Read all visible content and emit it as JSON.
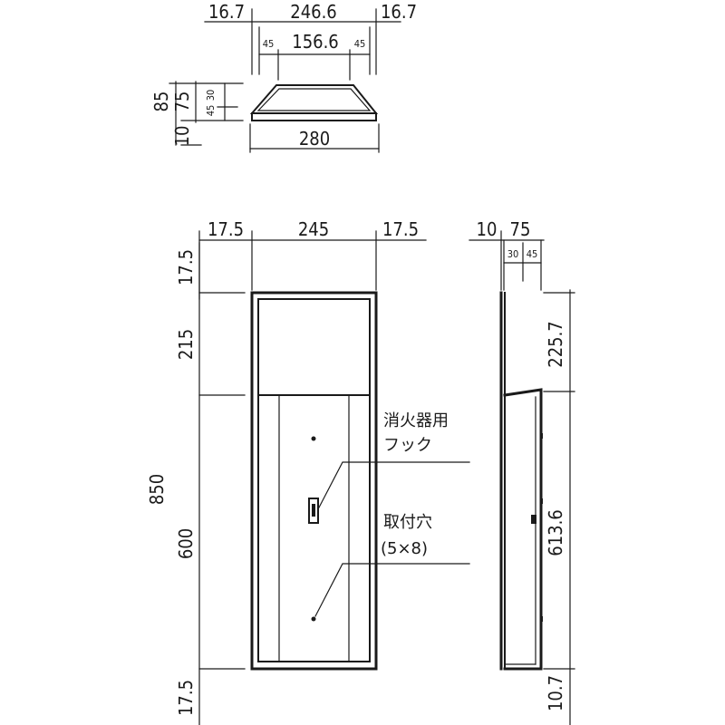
{
  "top_view": {
    "dims_top": [
      "16.7",
      "246.6",
      "16.7"
    ],
    "dims_inner": [
      "45",
      "156.6",
      "45"
    ],
    "dim_bottom": "280",
    "dims_left": [
      "85",
      "75",
      "30",
      "45",
      "10"
    ]
  },
  "front_view": {
    "dims_top": [
      "17.5",
      "245",
      "17.5"
    ],
    "dims_left_outer": [
      "17.5",
      "850",
      "17.5"
    ],
    "dims_left_inner": [
      "215",
      "600"
    ]
  },
  "side_view": {
    "dims_top": [
      "10",
      "75"
    ],
    "dims_inner": [
      "30",
      "45"
    ],
    "dims_right": [
      "225.7",
      "613.6",
      "10.7"
    ]
  },
  "labels": {
    "hook_line1": "消火器用",
    "hook_line2": "フック",
    "hole_line1": "取付穴",
    "hole_line2": "(5×8)"
  }
}
